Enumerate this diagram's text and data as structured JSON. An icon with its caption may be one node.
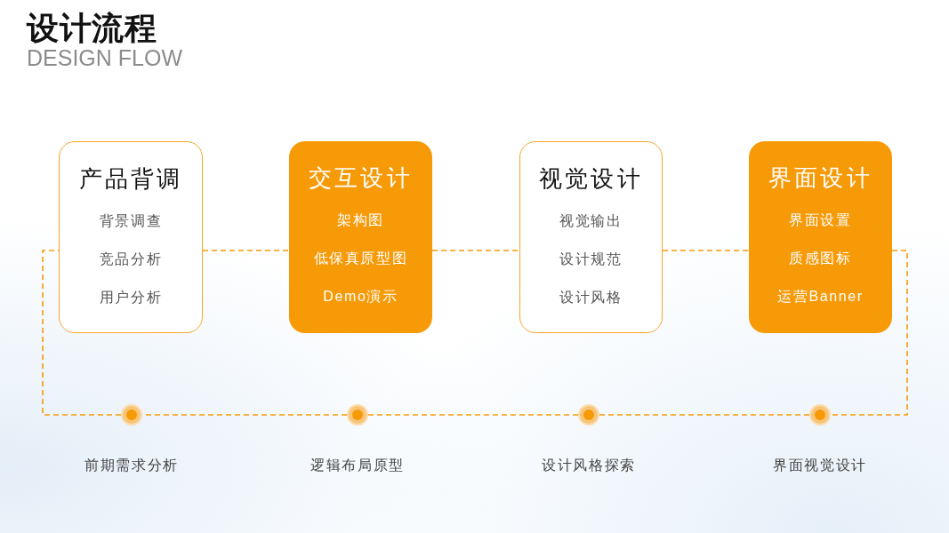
{
  "diagram": {
    "title": "设计流程",
    "nodes": [
      {
        "text": [
          "产品背调",
          "背景调查",
          "竞品分析",
          "用户分析"
        ]
      },
      {
        "text": [
          "交互设计",
          "架构图",
          "低保真原型图",
          "Demo演示"
        ]
      },
      {
        "text": [
          "视觉设计",
          "视觉输出",
          "设计规范",
          "设计风格"
        ]
      },
      {
        "text": [
          "界面设计",
          "界面设置",
          "质感图标",
          "运营Banner"
        ]
      },
      {
        "text": [],
        "shape": "circle",
        "beside": [
          "前期需求分析"
        ]
      },
      {
        "text": [],
        "shape": "circle",
        "beside": [
          "逻辑布局原型"
        ]
      },
      {
        "text": [],
        "shape": "circle",
        "beside": [
          "设计风格探索"
        ]
      },
      {
        "text": [],
        "shape": "circle",
        "beside": [
          "界面视觉设计"
        ]
      }
    ],
    "edges": [
      {
        "from": 0,
        "to": 1,
        "arrow": "none",
        "style": "dashed"
      },
      {
        "from": 1,
        "to": 2,
        "arrow": "none",
        "style": "dashed"
      },
      {
        "from": 2,
        "to": 3,
        "arrow": "none",
        "style": "dashed"
      },
      {
        "from": 3,
        "to": 7,
        "arrow": "none",
        "style": "dashed"
      },
      {
        "from": 7,
        "to": 6,
        "arrow": "none",
        "style": "dashed"
      },
      {
        "from": 6,
        "to": 5,
        "arrow": "none",
        "style": "dashed"
      },
      {
        "from": 5,
        "to": 4,
        "arrow": "none",
        "style": "dashed"
      },
      {
        "from": 4,
        "to": 0,
        "arrow": "none",
        "style": "dashed"
      }
    ],
    "labels": [
      "DESIGN FLOW"
    ]
  }
}
